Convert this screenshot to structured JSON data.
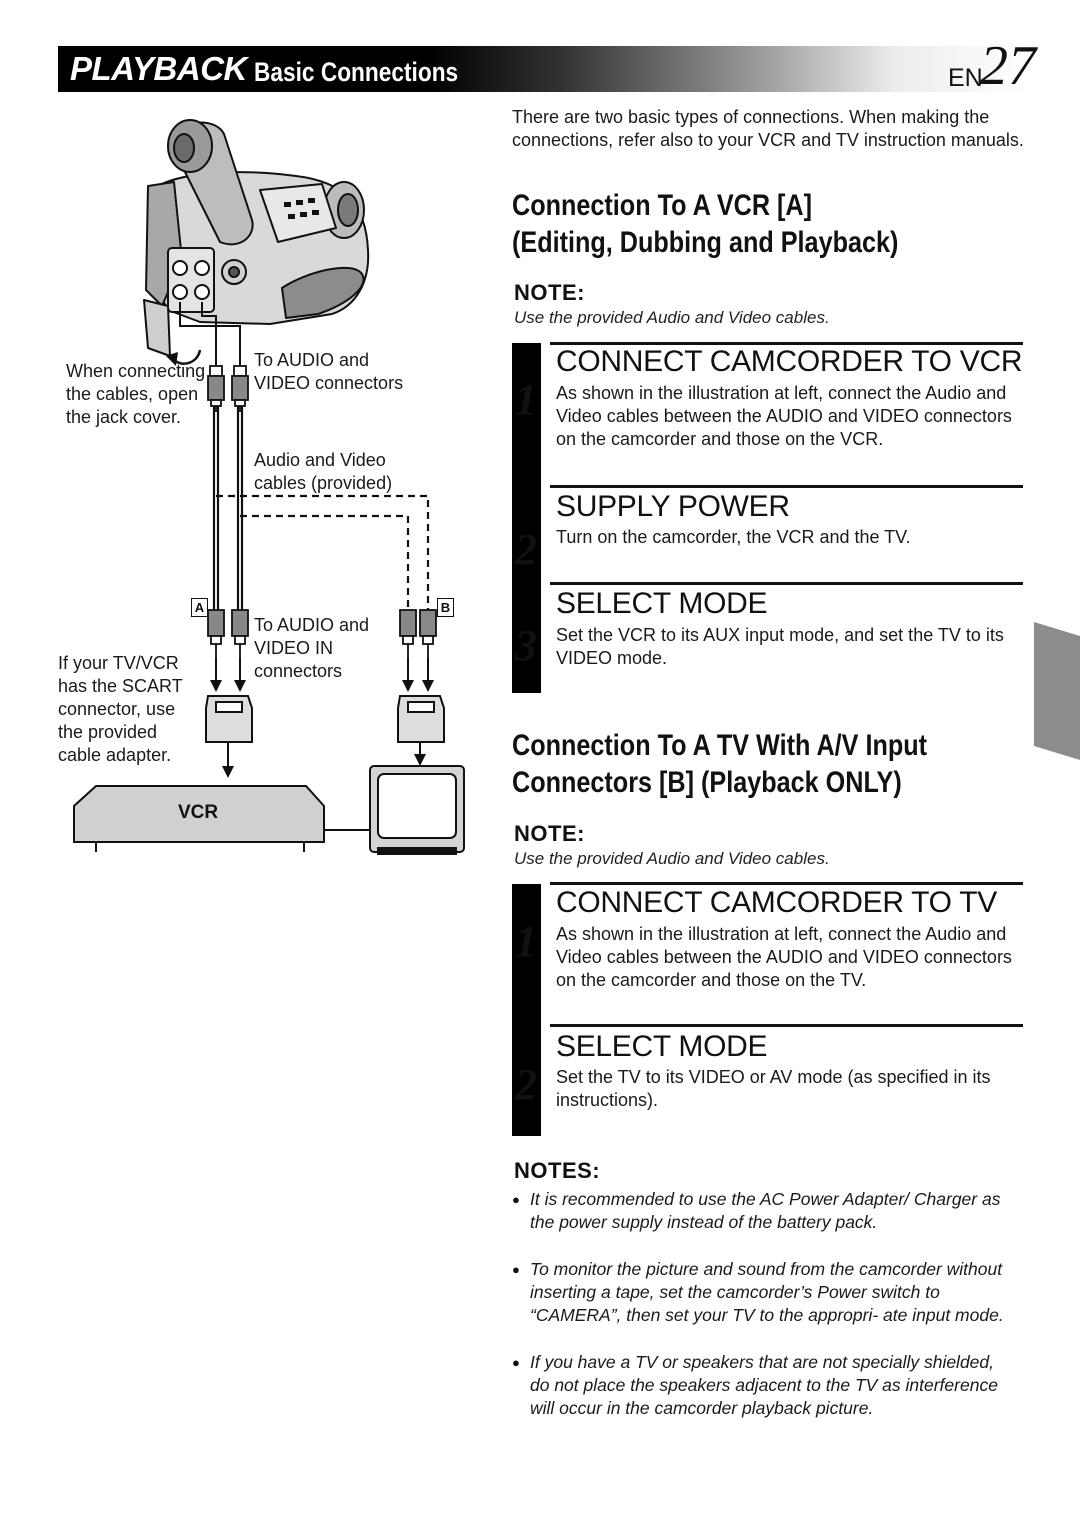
{
  "header": {
    "section": "PLAYBACK",
    "title": "Basic Connections",
    "lang": "EN",
    "page_number": "27"
  },
  "intro": "There are two basic types of connections. When making the connections, refer also to your VCR and TV instruction manuals.",
  "vcr_section": {
    "heading_line1": "Connection To A VCR [A]",
    "heading_line2": "(Editing, Dubbing and Playback)",
    "note_heading": "NOTE:",
    "note_text": "Use the provided Audio and Video cables.",
    "steps": [
      {
        "number": "1",
        "title": "CONNECT CAMCORDER TO VCR",
        "text": "As shown in the illustration at left, connect the Audio and Video cables between the AUDIO and VIDEO connectors on the camcorder and those on the VCR."
      },
      {
        "number": "2",
        "title": "SUPPLY POWER",
        "text": "Turn on the camcorder, the VCR and the TV."
      },
      {
        "number": "3",
        "title": "SELECT MODE",
        "text": "Set the VCR to its AUX input mode, and set the TV to its VIDEO mode."
      }
    ]
  },
  "tv_section": {
    "heading_line1": "Connection To A TV With A/V Input",
    "heading_line2": "Connectors [B] (Playback ONLY)",
    "note_heading": "NOTE:",
    "note_text": "Use the provided Audio and Video cables.",
    "steps": [
      {
        "number": "1",
        "title": "CONNECT CAMCORDER TO TV",
        "text": "As shown in the illustration at left, connect the Audio and Video cables between the AUDIO and VIDEO connectors on the camcorder and those on the TV."
      },
      {
        "number": "2",
        "title": "SELECT MODE",
        "text": "Set the TV to its VIDEO or AV mode (as specified in its instructions)."
      }
    ]
  },
  "notes": {
    "heading": "NOTES:",
    "items": [
      "It is recommended to use the AC Power Adapter/ Charger as the power supply instead of the battery pack.",
      "To monitor the picture and sound from the camcorder without inserting a tape, set the camcorder’s Power switch to “CAMERA”, then set your TV to the appropri- ate input mode.",
      "If you have a TV or speakers that are not specially shielded, do not place the speakers adjacent to the TV as interference will occur in the camcorder playback picture."
    ]
  },
  "diagram": {
    "jack_cover_note": "When connecting the cables, open the jack cover.",
    "to_audio_video": "To AUDIO and VIDEO connectors",
    "cables_provided": "Audio and Video cables (provided)",
    "label_a": "A",
    "label_b": "B",
    "to_audio_video_in": "To AUDIO and VIDEO IN connectors",
    "scart_note": "If your TV/VCR has the SCART connector, use the provided cable adapter.",
    "vcr_label": "VCR"
  }
}
